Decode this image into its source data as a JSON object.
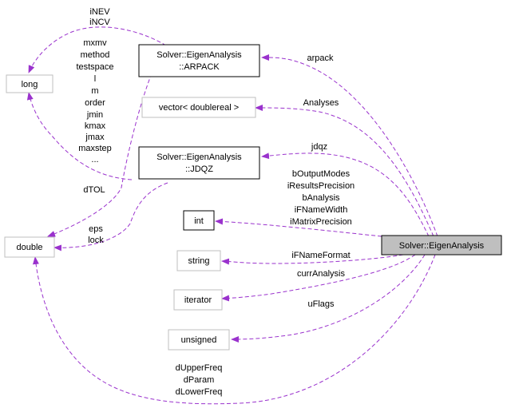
{
  "nodes": {
    "long": "long",
    "double": "double",
    "arpack_l1": "Solver::EigenAnalysis",
    "arpack_l2": "::ARPACK",
    "vector": "vector< doublereal >",
    "jdqz_l1": "Solver::EigenAnalysis",
    "jdqz_l2": "::JDQZ",
    "int": "int",
    "string": "string",
    "iterator": "iterator",
    "unsigned": "unsigned",
    "main": "Solver::EigenAnalysis"
  },
  "edges": {
    "inev_incv": [
      "iNEV",
      "iNCV"
    ],
    "jdqz_long": [
      "mxmv",
      "method",
      "testspace",
      "l",
      "m",
      "order",
      "jmin",
      "kmax",
      "jmax",
      "maxstep",
      "..."
    ],
    "dtol": "dTOL",
    "eps_lock": [
      "eps",
      "lock"
    ],
    "arpack": "arpack",
    "analyses": "Analyses",
    "jdqz": "jdqz",
    "int_members": [
      "bOutputModes",
      "iResultsPrecision",
      "bAnalysis",
      "iFNameWidth",
      "iMatrixPrecision"
    ],
    "string_member": "iFNameFormat",
    "iterator_member": "currAnalysis",
    "unsigned_member": "uFlags",
    "double_members": [
      "dUpperFreq",
      "dParam",
      "dLowerFreq"
    ]
  },
  "colors": {
    "edge": "#9a32cd",
    "main_fill": "#bfbfbf",
    "external_border": "#bfbfbf",
    "class_border": "#000000"
  }
}
